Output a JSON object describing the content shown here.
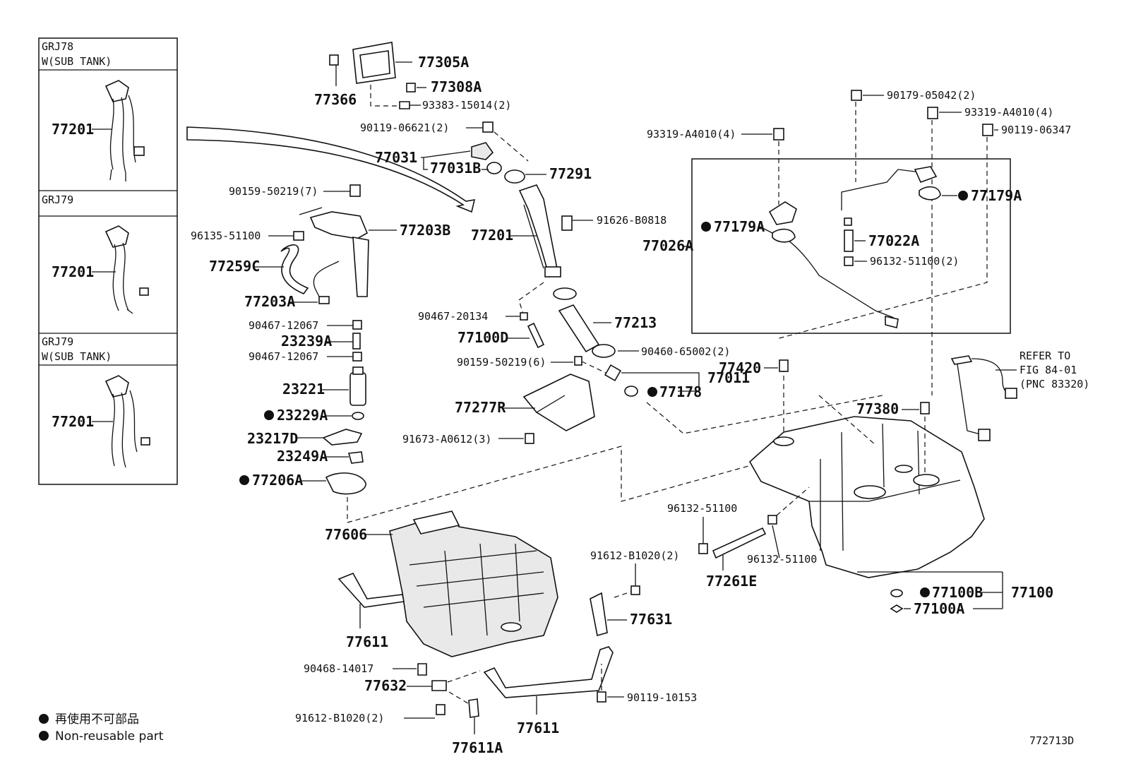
{
  "sidebar": {
    "panels": [
      {
        "title_line1": "GRJ78",
        "title_line2": "W(SUB TANK)",
        "part": "77201"
      },
      {
        "title_line1": "GRJ79",
        "title_line2": "",
        "part": "77201"
      },
      {
        "title_line1": "GRJ79",
        "title_line2": "W(SUB TANK)",
        "part": "77201"
      }
    ]
  },
  "labels": {
    "l77305A": "77305A",
    "l77366": "77366",
    "l77308A": "77308A",
    "l93383": "93383-15014(2)",
    "l90119_06621": "90119-06621(2)",
    "l77031": "77031",
    "l77031B": "77031B",
    "l77291": "77291",
    "l90159_7": "90159-50219(7)",
    "l96135": "96135-51100",
    "l77203B": "77203B",
    "l77259C": "77259C",
    "l77203A": "77203A",
    "l90467a": "90467-12067",
    "l23239A": "23239A",
    "l90467b": "90467-12067",
    "l23221": "23221",
    "l23229A": "23229A",
    "l23217D": "23217D",
    "l23249A": "23249A",
    "l77206A": "77206A",
    "l91626": "91626-B0818",
    "l77201c": "77201",
    "l90467_20134": "90467-20134",
    "l77213": "77213",
    "l77100D": "77100D",
    "l90460": "90460-65002(2)",
    "l90159_6": "90159-50219(6)",
    "l77011": "77011",
    "l77178": "77178",
    "l77277R": "77277R",
    "l91673": "91673-A0612(3)",
    "l90179": "90179-05042(2)",
    "l93319a": "93319-A4010(4)",
    "l93319b": "93319-A4010(4)",
    "l90119_06347": "90119-06347",
    "l77179Aa": "77179A",
    "l77179Ab": "77179A",
    "l77026A": "77026A",
    "l77022A": "77022A",
    "l96132_2": "96132-51100(2)",
    "l77420": "77420",
    "l77380": "77380",
    "l96132a": "96132-51100",
    "l96132b": "96132-51100",
    "l77261E": "77261E",
    "l77100B": "77100B",
    "l77100": "77100",
    "l77100A": "77100A",
    "l77606": "77606",
    "l91612a": "91612-B1020(2)",
    "l77631": "77631",
    "l77611a": "77611",
    "l90468": "90468-14017",
    "l77632": "77632",
    "l90119_10153": "90119-10153",
    "l91612b": "91612-B1020(2)",
    "l77611b": "77611",
    "l77611A": "77611A",
    "refer1": "REFER TO",
    "refer2": "FIG 84-01",
    "refer3": "(PNC 83320)"
  },
  "legend": {
    "jp": "再使用不可部品",
    "en": "Non-reusable part"
  },
  "figure_code": "772713D"
}
